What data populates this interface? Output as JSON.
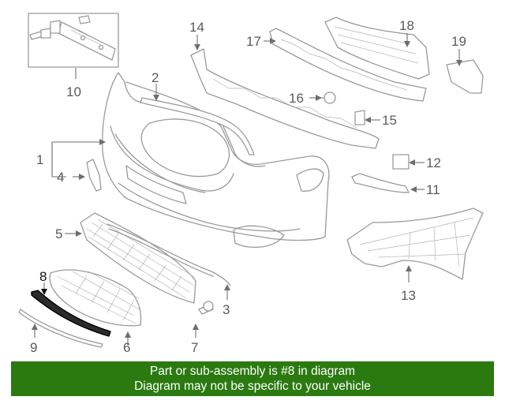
{
  "diagram": {
    "highlight_part": "8",
    "callouts": [
      {
        "id": "1",
        "label": "1"
      },
      {
        "id": "2",
        "label": "2"
      },
      {
        "id": "3",
        "label": "3"
      },
      {
        "id": "4",
        "label": "4"
      },
      {
        "id": "5",
        "label": "5"
      },
      {
        "id": "6",
        "label": "6"
      },
      {
        "id": "7",
        "label": "7"
      },
      {
        "id": "8",
        "label": "8"
      },
      {
        "id": "9",
        "label": "9"
      },
      {
        "id": "10",
        "label": "10"
      },
      {
        "id": "11",
        "label": "11"
      },
      {
        "id": "12",
        "label": "12"
      },
      {
        "id": "13",
        "label": "13"
      },
      {
        "id": "14",
        "label": "14"
      },
      {
        "id": "15",
        "label": "15"
      },
      {
        "id": "16",
        "label": "16"
      },
      {
        "id": "17",
        "label": "17"
      },
      {
        "id": "18",
        "label": "18"
      },
      {
        "id": "19",
        "label": "19"
      }
    ]
  },
  "banner": {
    "line1": "Part or sub-assembly is #8 in diagram",
    "line2": "Diagram may not be specific to your vehicle",
    "color": "#2b7a10"
  }
}
